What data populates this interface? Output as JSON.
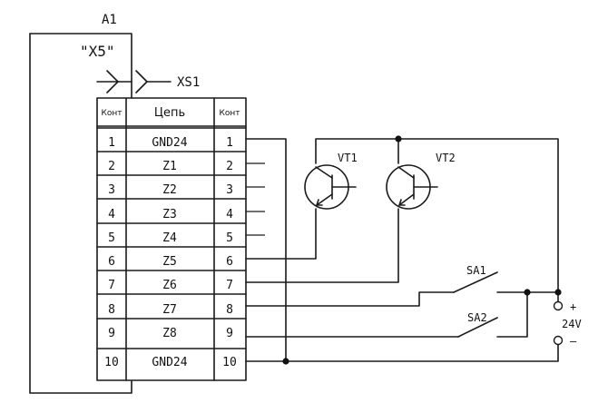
{
  "labels": {
    "device": "A1",
    "plug": "\"X5\"",
    "socket": "XS1",
    "vt1": "VT1",
    "vt2": "VT2",
    "sa1": "SA1",
    "sa2": "SA2",
    "plus": "+",
    "voltage": "24V",
    "minus": "–"
  },
  "table": {
    "headers": [
      "Конт",
      "Цепь",
      "Конт"
    ],
    "rows": [
      [
        "1",
        "GND24",
        "1"
      ],
      [
        "2",
        "Z1",
        "2"
      ],
      [
        "3",
        "Z2",
        "3"
      ],
      [
        "4",
        "Z3",
        "4"
      ],
      [
        "5",
        "Z4",
        "5"
      ],
      [
        "6",
        "Z5",
        "6"
      ],
      [
        "7",
        "Z6",
        "7"
      ],
      [
        "8",
        "Z7",
        "8"
      ],
      [
        "9",
        "Z8",
        "9"
      ],
      [
        "10",
        "GND24",
        "10"
      ]
    ]
  }
}
